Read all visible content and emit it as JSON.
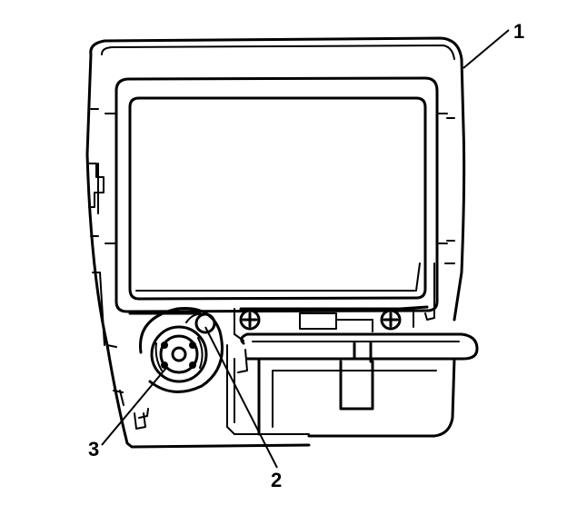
{
  "callouts": [
    {
      "id": "callout-1",
      "label": "1"
    },
    {
      "id": "callout-2",
      "label": "2"
    },
    {
      "id": "callout-3",
      "label": "3"
    }
  ],
  "colors": {
    "line": "#000000",
    "background": "#ffffff"
  }
}
